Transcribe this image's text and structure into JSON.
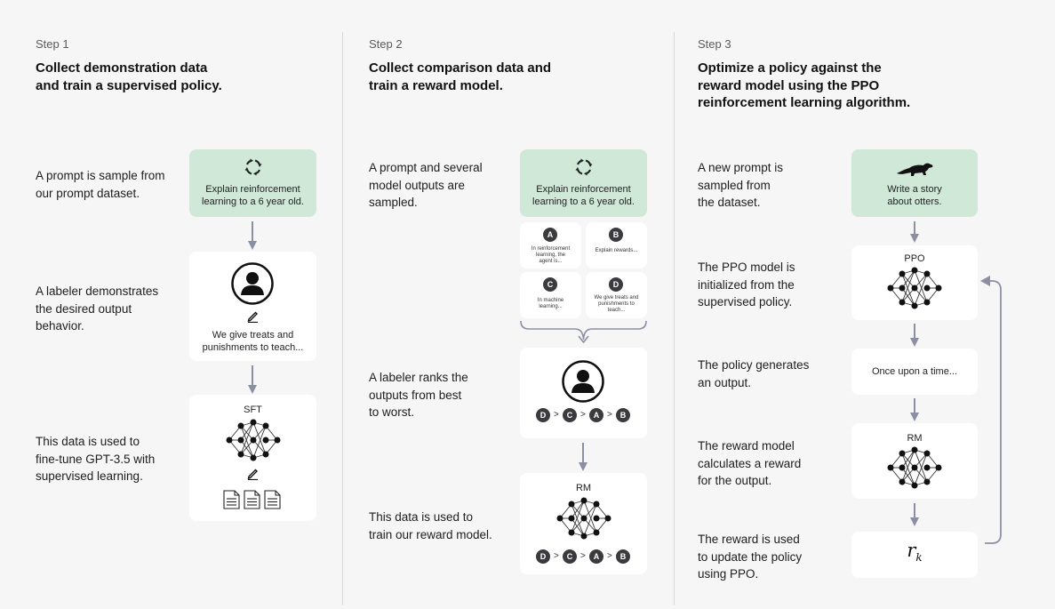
{
  "steps": [
    {
      "label": "Step 1",
      "title_line1": "Collect demonstration data",
      "title_line2": "and train a supervised policy.",
      "desc1": [
        "A prompt is sample from",
        "our prompt dataset."
      ],
      "desc2": [
        "A labeler demonstrates",
        "the desired output",
        "behavior."
      ],
      "desc3": [
        "This data is used to",
        "fine-tune GPT-3.5 with",
        "supervised learning."
      ],
      "prompt": [
        "Explain reinforcement",
        "learning to a 6 year old."
      ],
      "demo": [
        "We give treats and",
        "punishments to teach..."
      ],
      "model_label": "SFT"
    },
    {
      "label": "Step 2",
      "title_line1": "Collect comparison data and",
      "title_line2": "train a reward model.",
      "desc1": [
        "A prompt and several",
        "model outputs are",
        "sampled."
      ],
      "desc2": [
        "A labeler ranks the",
        "outputs from best",
        "to worst."
      ],
      "desc3": [
        "This data is used to",
        "train our reward model."
      ],
      "prompt": [
        "Explain reinforcement",
        "learning to a 6 year old."
      ],
      "outputs": [
        {
          "badge": "A",
          "text": [
            "In reinforcement",
            "learning, the",
            "agent is..."
          ]
        },
        {
          "badge": "B",
          "text": [
            "Explain rewards..."
          ]
        },
        {
          "badge": "C",
          "text": [
            "In machine",
            "learning..."
          ]
        },
        {
          "badge": "D",
          "text": [
            "We give treats and",
            "punishments to",
            "teach..."
          ]
        }
      ],
      "ranking": [
        "D",
        "C",
        "A",
        "B"
      ],
      "ranking_sep": ">",
      "model_label": "RM"
    },
    {
      "label": "Step 3",
      "title_line1": "Optimize a policy against the",
      "title_line2": "reward model using the PPO",
      "title_line3": "reinforcement learning algorithm.",
      "desc1": [
        "A new prompt is",
        "sampled from",
        "the dataset."
      ],
      "desc2": [
        "The PPO model is",
        "initialized from the",
        "supervised policy."
      ],
      "desc3": [
        "The policy generates",
        "an output."
      ],
      "desc4": [
        "The reward model",
        "calculates a reward",
        "for the output."
      ],
      "desc5": [
        "The reward is used",
        "to update the policy",
        "using PPO."
      ],
      "prompt": [
        "Write a story",
        "about otters."
      ],
      "ppo_label": "PPO",
      "output": "Once upon a time...",
      "rm_label": "RM",
      "reward_symbol": "r",
      "reward_sub": "k"
    }
  ],
  "colors": {
    "green_card": "#cfe8d8",
    "badge": "#3b3b3f",
    "arrow": "#8b8fa3"
  },
  "icons": [
    "cycle-icon",
    "user-icon",
    "pencil-icon",
    "neural-net-icon",
    "document-icon",
    "otter-icon",
    "brace-icon",
    "arrow-down-icon",
    "feedback-arrow-icon"
  ]
}
